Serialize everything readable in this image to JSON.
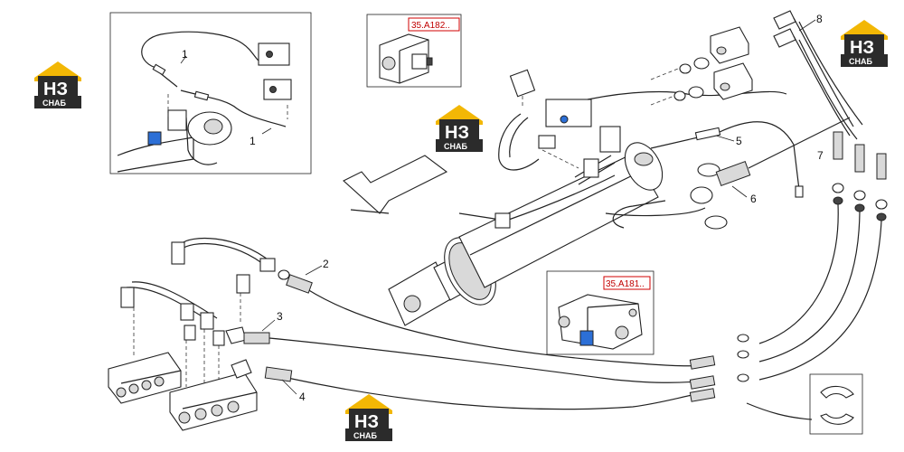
{
  "callouts": {
    "c1a": "1",
    "c1b": "1",
    "c2": "2",
    "c3": "3",
    "c4": "4",
    "c5": "5",
    "c6": "6",
    "c7": "7",
    "c8": "8"
  },
  "references": {
    "ref_top": "35.A182..",
    "ref_mid": "35.A181.."
  },
  "watermark": {
    "letters": "НЗ",
    "sub": "СНАБ"
  },
  "colors": {
    "logo_bg": "#2b2b2b",
    "logo_roof": "#f2b705",
    "ref_border": "#d00000",
    "accent_blue": "#2c6fd6"
  }
}
